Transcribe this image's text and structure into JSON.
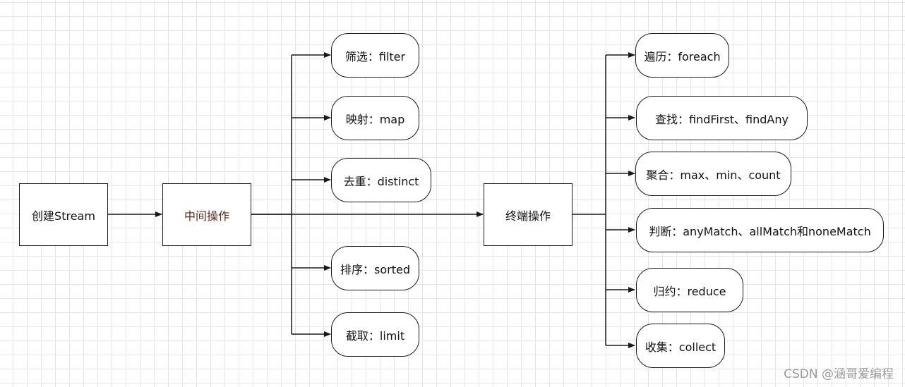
{
  "nodes": {
    "create_stream": "创建Stream",
    "intermediate": "中间操作",
    "terminal": "终端操作"
  },
  "intermediate_ops": [
    "筛选：filter",
    "映射：map",
    "去重：distinct",
    "排序：sorted",
    "截取：limit"
  ],
  "terminal_ops": [
    "遍历：foreach",
    "查找：findFirst、findAny",
    "聚合：max、min、count",
    "判断：anyMatch、allMatch和noneMatch",
    "归约：reduce",
    "收集：collect"
  ],
  "watermark": "CSDN @涵哥爱编程",
  "colors": {
    "stroke": "#1a1a1a",
    "grid": "#e6e6e6",
    "intermediate_text": "#5a2a1a"
  }
}
